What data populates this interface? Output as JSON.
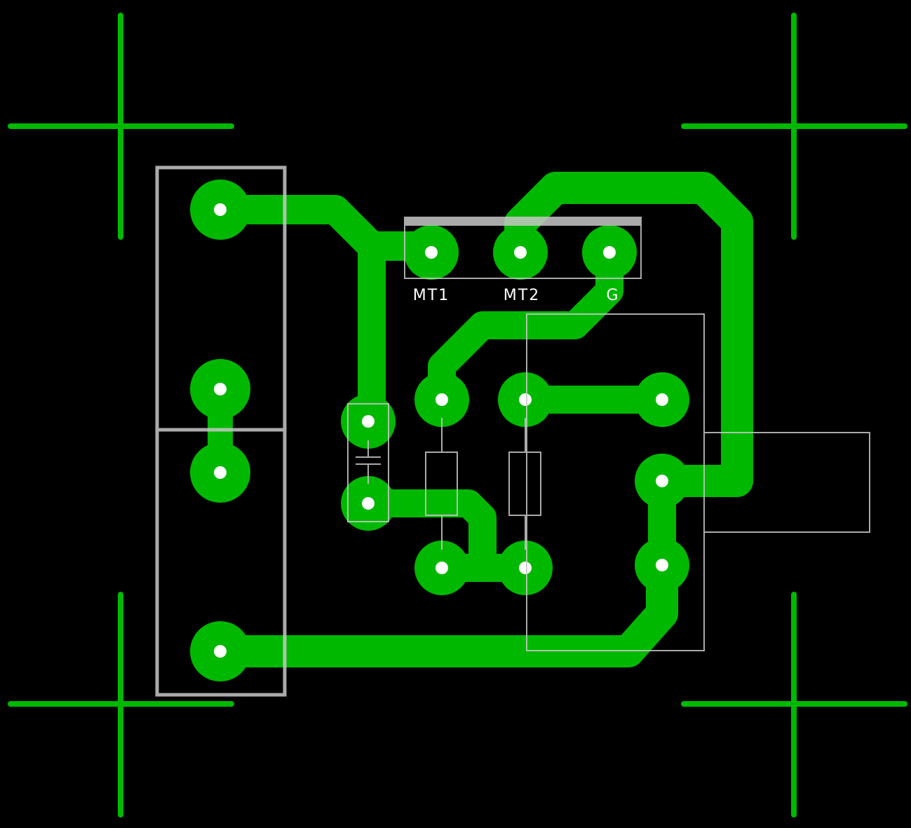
{
  "colors": {
    "background": "#000000",
    "copper": "#00b800",
    "silkscreen": "#c8c8c8",
    "drill": "#ffffff"
  },
  "labels": {
    "mt1": "MT1",
    "mt2": "MT2",
    "g": "G"
  }
}
